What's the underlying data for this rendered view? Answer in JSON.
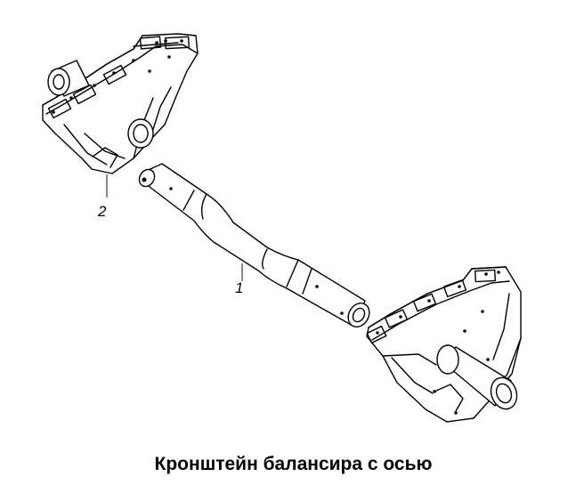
{
  "diagram": {
    "caption": "Кронштейн балансира с осью",
    "callouts": [
      {
        "label": "2",
        "part": "bracket"
      },
      {
        "label": "1",
        "part": "axle"
      }
    ]
  }
}
